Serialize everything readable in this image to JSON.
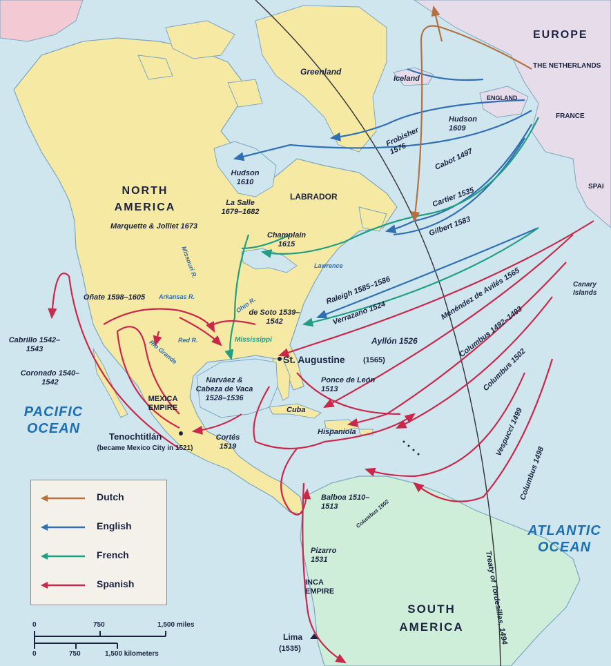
{
  "regions": {
    "north_america": "NORTH AMERICA",
    "europe": "EUROPE",
    "south_america": "SOUTH AMERICA",
    "labrador": "LABRADOR",
    "greenland": "Greenland",
    "iceland": "Iceland",
    "england": "ENGLAND",
    "netherlands": "THE NETHERLANDS",
    "france": "FRANCE",
    "spain": "SPAI",
    "canary": "Canary Islands",
    "cuba": "Cuba",
    "hispaniola": "Hispaniola",
    "mexica_empire": "MEXICA EMPIRE",
    "inca_empire": "INCA EMPIRE",
    "lawrence": "Lawrence"
  },
  "oceans": {
    "pacific": "PACIFIC OCEAN",
    "atlantic": "ATLANTIC OCEAN"
  },
  "places": {
    "tenochtitlan": "Tenochtitlán",
    "tenochtitlan_note": "(became Mexico City in 1521)",
    "st_augustine": "St. Augustine",
    "st_augustine_year": "(1565)",
    "lima": "Lima",
    "lima_year": "(1535)"
  },
  "rivers": {
    "missouri": "Missouri R.",
    "arkansas": "Arkansas R.",
    "red": "Red R.",
    "rio_grande": "Rio Grande",
    "ohio": "Ohio R.",
    "mississippi": "Mississippi"
  },
  "explorers": {
    "hudson_1610": "Hudson 1610",
    "la_salle": "La Salle 1679–1682",
    "marquette": "Marquette & Jolliet 1673",
    "champlain": "Champlain 1615",
    "onate": "Oñate 1598–1605",
    "de_soto": "de Soto 1539–1542",
    "cabrillo": "Cabrillo 1542–1543",
    "coronado": "Coronado 1540–1542",
    "narvaez": "Narváez & Cabeza de Vaca 1528–1536",
    "cortes": "Cortés 1519",
    "ponce": "Ponce de León 1513",
    "ayllon": "Ayllón 1526",
    "balboa": "Balboa 1510–1513",
    "pizarro": "Pizarro 1531",
    "frobisher": "Frobisher 1576",
    "hudson_1609": "Hudson 1609",
    "cabot": "Cabot 1497",
    "cartier": "Cartier 1535",
    "gilbert": "Gilbert 1583",
    "raleigh": "Raleigh 1585–1586",
    "verrazano": "Verrazano 1524",
    "menendez": "Menéndez de Avilés 1565",
    "columbus_1492": "Columbus 1492–1493",
    "columbus_1502": "Columbus 1502",
    "vespucci": "Vespucci 1499",
    "columbus_1498": "Columbus 1498",
    "columbus_small": "Columbus 1502",
    "tordesillas": "Treaty of Tordesillas, 1494"
  },
  "legend": {
    "items": [
      {
        "label": "Dutch",
        "color": "#b5703f"
      },
      {
        "label": "English",
        "color": "#2f6fb2"
      },
      {
        "label": "French",
        "color": "#1e9e82"
      },
      {
        "label": "Spanish",
        "color": "#c9284a"
      }
    ]
  },
  "scale": {
    "miles_0": "0",
    "miles_750": "750",
    "miles_1500": "1,500 miles",
    "km_0": "0",
    "km_750": "750",
    "km_1500": "1,500 kilometers"
  },
  "colors": {
    "ocean": "#cfe6ef",
    "north_america": "#f6e9a3",
    "south_america": "#cfeed9",
    "europe": "#e6dcea",
    "greenland": "#f6e9a3",
    "dutch": "#b5703f",
    "english": "#2f6fb2",
    "french": "#1e9e82",
    "spanish": "#c9284a"
  }
}
